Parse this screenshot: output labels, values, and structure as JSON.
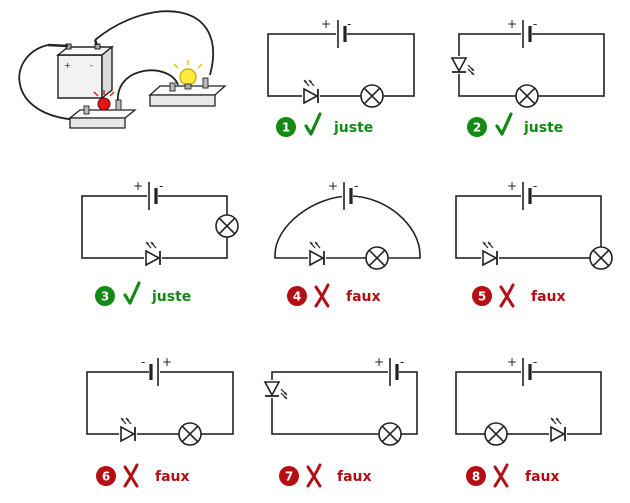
{
  "colors": {
    "correct": "#138a13",
    "wrong": "#b30f14",
    "wire": "#222222"
  },
  "polarity": {
    "plus": "+",
    "minus": "-"
  },
  "verdicts": {
    "correct": "juste",
    "wrong": "faux"
  },
  "marks": {
    "correct": "check-mark-icon",
    "wrong": "cross-mark-icon"
  },
  "circuits": [
    {
      "number": "1",
      "verdict": "juste"
    },
    {
      "number": "2",
      "verdict": "juste"
    },
    {
      "number": "3",
      "verdict": "juste"
    },
    {
      "number": "4",
      "verdict": "faux"
    },
    {
      "number": "5",
      "verdict": "faux"
    },
    {
      "number": "6",
      "verdict": "faux"
    },
    {
      "number": "7",
      "verdict": "faux"
    },
    {
      "number": "8",
      "verdict": "faux"
    }
  ]
}
